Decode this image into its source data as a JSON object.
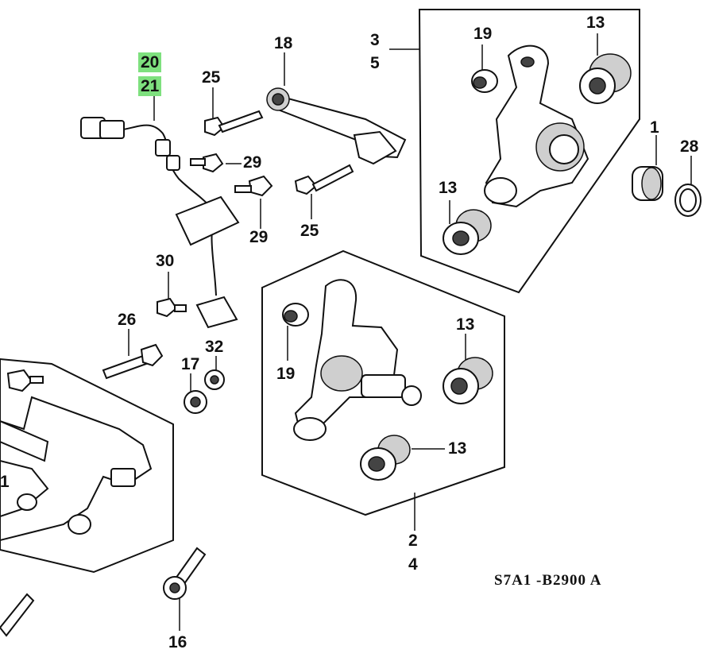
{
  "callouts": [
    {
      "id": "20",
      "highlight": true
    },
    {
      "id": "21",
      "highlight": true
    },
    {
      "id": "25a",
      "text": "25"
    },
    {
      "id": "18",
      "text": "18"
    },
    {
      "id": "3",
      "text": "3"
    },
    {
      "id": "5",
      "text": "5"
    },
    {
      "id": "19a",
      "text": "19"
    },
    {
      "id": "13a",
      "text": "13"
    },
    {
      "id": "1",
      "text": "1"
    },
    {
      "id": "28",
      "text": "28"
    },
    {
      "id": "29a",
      "text": "29"
    },
    {
      "id": "29b",
      "text": "29"
    },
    {
      "id": "25b",
      "text": "25"
    },
    {
      "id": "13b",
      "text": "13"
    },
    {
      "id": "30",
      "text": "30"
    },
    {
      "id": "26",
      "text": "26"
    },
    {
      "id": "32",
      "text": "32"
    },
    {
      "id": "17",
      "text": "17"
    },
    {
      "id": "19b",
      "text": "19"
    },
    {
      "id": "13c",
      "text": "13"
    },
    {
      "id": "13d",
      "text": "13"
    },
    {
      "id": "1b",
      "text": "1"
    },
    {
      "id": "2",
      "text": "2"
    },
    {
      "id": "4",
      "text": "4"
    },
    {
      "id": "16",
      "text": "16"
    }
  ],
  "labels": {
    "c20": "20",
    "c21": "21",
    "c25a": "25",
    "c18": "18",
    "c3": "3",
    "c5": "5",
    "c19a": "19",
    "c13a": "13",
    "c1": "1",
    "c28": "28",
    "c29a": "29",
    "c29b": "29",
    "c25b": "25",
    "c13b": "13",
    "c30": "30",
    "c26": "26",
    "c32": "32",
    "c17": "17",
    "c19b": "19",
    "c13c": "13",
    "c13d": "13",
    "c1b": "1",
    "c2": "2",
    "c4": "4",
    "c16": "16"
  },
  "diagram_code": "S7A1 -B2900 A",
  "highlight_color": "#7ee07e"
}
